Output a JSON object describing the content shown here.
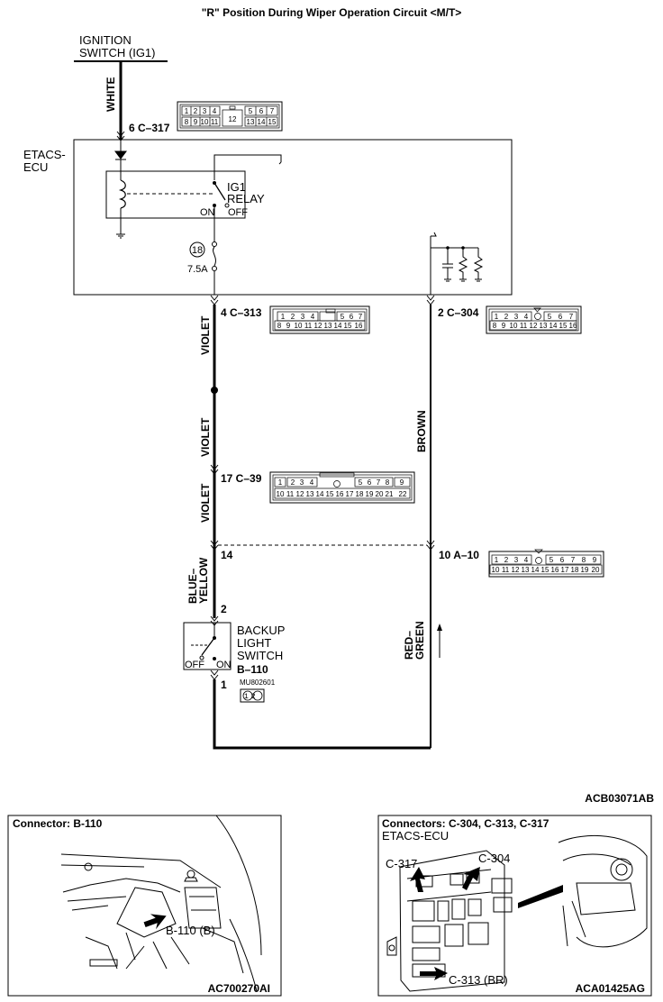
{
  "title": "\"R\" Position During Wiper Operation Circuit <M/T>",
  "ignition": {
    "line1": "IGNITION",
    "line2": "SWITCH (IG1)"
  },
  "wires": {
    "white": "WHITE",
    "violet_1": "VIOLET",
    "violet_2": "VIOLET",
    "violet_3": "VIOLET",
    "blue_yellow_1": "BLUE–",
    "blue_yellow_2": "YELLOW",
    "brown": "BROWN",
    "red_green_1": "RED–",
    "red_green_2": "GREEN"
  },
  "etacs": {
    "line1": "ETACS-",
    "line2": "ECU"
  },
  "relay": {
    "line1": "IG1",
    "line2": "RELAY",
    "on": "ON",
    "off": "OFF"
  },
  "fuse": {
    "number": "18",
    "rating": "7.5A"
  },
  "terminals": {
    "c317": "6  C–317",
    "c313": "4  C–313",
    "c304": "2  C–304",
    "c39": "17  C–39",
    "t14": "14",
    "a10": "10  A–10",
    "t2": "2",
    "t1": "1"
  },
  "backup_switch": {
    "line1": "BACKUP",
    "line2": "LIGHT",
    "line3": "SWITCH",
    "connector": "B–110",
    "off": "OFF",
    "on": "ON",
    "part": "MU802601",
    "pins": "12"
  },
  "diagram_code": "ACB03071AB",
  "connector_c317": {
    "row1": [
      "1",
      "2",
      "3",
      "4",
      "",
      "5",
      "6",
      "7"
    ],
    "mid": "12",
    "row2": [
      "8",
      "9",
      "10",
      "11",
      "13",
      "14",
      "15"
    ]
  },
  "connector_16pin": {
    "row1": [
      "1",
      "2",
      "3",
      "4",
      "5",
      "6",
      "7"
    ],
    "row2": [
      "8",
      "9",
      "10",
      "11",
      "12",
      "13",
      "14",
      "15",
      "16"
    ]
  },
  "connector_c39": {
    "row1": [
      "1",
      "2",
      "3",
      "4",
      "5",
      "6",
      "7",
      "8",
      "9"
    ],
    "row2": [
      "10",
      "11",
      "12",
      "13",
      "14",
      "15",
      "16",
      "17",
      "18",
      "19",
      "20",
      "21",
      "22"
    ]
  },
  "connector_a10": {
    "row1": [
      "1",
      "2",
      "3",
      "4",
      "5",
      "6",
      "7",
      "8",
      "9"
    ],
    "row2": [
      "10",
      "11",
      "12",
      "13",
      "14",
      "15",
      "16",
      "17",
      "18",
      "19",
      "20"
    ]
  },
  "panel_left": {
    "title": "Connector: B-110",
    "label": "B-110 (B)",
    "code": "AC700270AI"
  },
  "panel_right": {
    "title": "Connectors: C-304, C-313, C-317",
    "subtitle": "ETACS-ECU",
    "label_c317": "C-317",
    "label_c304": "C-304",
    "label_c313": "C-313 (BR)",
    "code": "ACA01425AG"
  }
}
